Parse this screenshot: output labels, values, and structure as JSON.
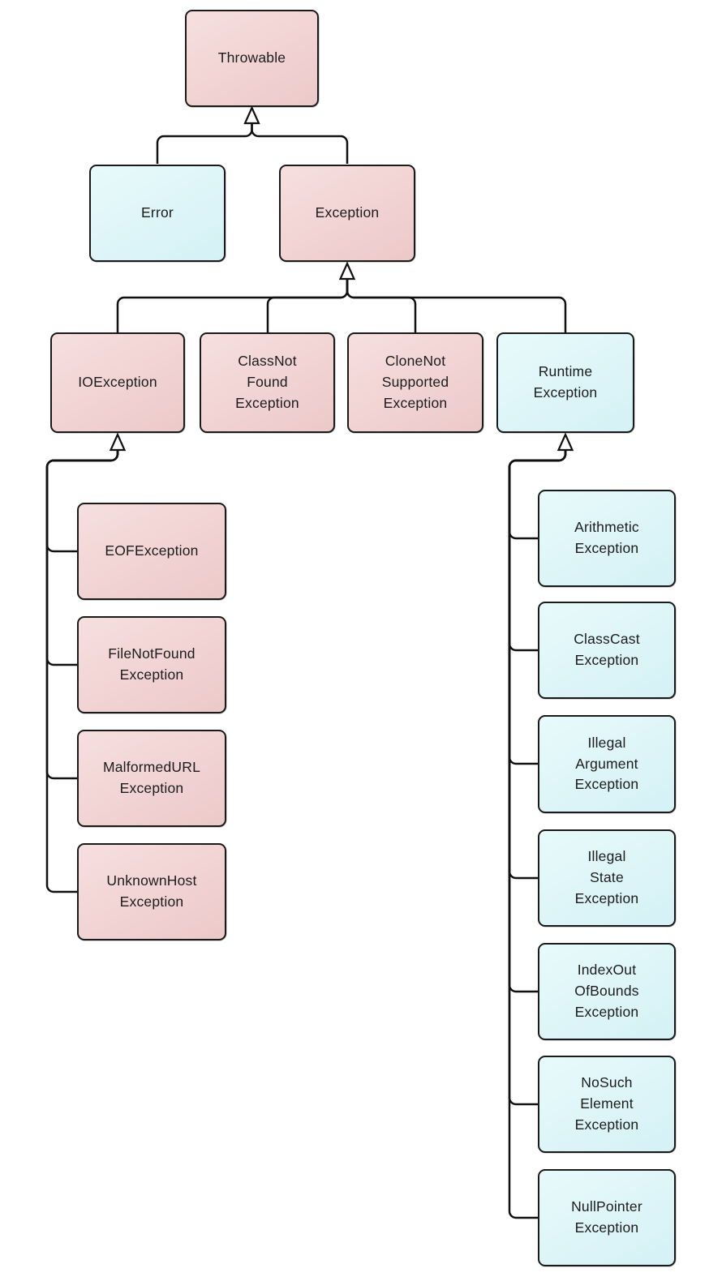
{
  "colors": {
    "node-pink-light": "#f7dfdf",
    "node-pink-dark": "#ecc9c9",
    "node-cyan-light": "#e8fafb",
    "node-cyan-dark": "#d4f1f5",
    "node-border": "#1a1a1a",
    "connector": "#111111",
    "text": "#1c1c1c",
    "background": "#ffffff"
  },
  "nodes": {
    "throwable": {
      "label": "Throwable",
      "color": "pink"
    },
    "error": {
      "label": "Error",
      "color": "cyan"
    },
    "exception": {
      "label": "Exception",
      "color": "pink"
    },
    "io_exception": {
      "label": "IOException",
      "color": "pink"
    },
    "class_not_found_exception": {
      "label": "ClassNot\nFound\nException",
      "color": "pink"
    },
    "clone_not_supported_exception": {
      "label": "CloneNot\nSupported\nException",
      "color": "pink"
    },
    "runtime_exception": {
      "label": "Runtime\nException",
      "color": "cyan"
    },
    "eof_exception": {
      "label": "EOFException",
      "color": "pink"
    },
    "file_not_found_exception": {
      "label": "FileNotFound\nException",
      "color": "pink"
    },
    "malformed_url_exception": {
      "label": "MalformedURL\nException",
      "color": "pink"
    },
    "unknown_host_exception": {
      "label": "UnknownHost\nException",
      "color": "pink"
    },
    "arithmetic_exception": {
      "label": "Arithmetic\nException",
      "color": "cyan"
    },
    "class_cast_exception": {
      "label": "ClassCast\nException",
      "color": "cyan"
    },
    "illegal_argument_exception": {
      "label": "Illegal\nArgument\nException",
      "color": "cyan"
    },
    "illegal_state_exception": {
      "label": "Illegal\nState\nException",
      "color": "cyan"
    },
    "index_out_of_bounds_exception": {
      "label": "IndexOut\nOfBounds\nException",
      "color": "cyan"
    },
    "no_such_element_exception": {
      "label": "NoSuch\nElement\nException",
      "color": "cyan"
    },
    "null_pointer_exception": {
      "label": "NullPointer\nException",
      "color": "cyan"
    }
  },
  "edges": [
    {
      "from": "throwable",
      "to": "error",
      "type": "inheritance"
    },
    {
      "from": "throwable",
      "to": "exception",
      "type": "inheritance"
    },
    {
      "from": "exception",
      "to": "io_exception",
      "type": "inheritance"
    },
    {
      "from": "exception",
      "to": "class_not_found_exception",
      "type": "inheritance"
    },
    {
      "from": "exception",
      "to": "clone_not_supported_exception",
      "type": "inheritance"
    },
    {
      "from": "exception",
      "to": "runtime_exception",
      "type": "inheritance"
    },
    {
      "from": "io_exception",
      "to": "eof_exception",
      "type": "inheritance"
    },
    {
      "from": "io_exception",
      "to": "file_not_found_exception",
      "type": "inheritance"
    },
    {
      "from": "io_exception",
      "to": "malformed_url_exception",
      "type": "inheritance"
    },
    {
      "from": "io_exception",
      "to": "unknown_host_exception",
      "type": "inheritance"
    },
    {
      "from": "runtime_exception",
      "to": "arithmetic_exception",
      "type": "inheritance"
    },
    {
      "from": "runtime_exception",
      "to": "class_cast_exception",
      "type": "inheritance"
    },
    {
      "from": "runtime_exception",
      "to": "illegal_argument_exception",
      "type": "inheritance"
    },
    {
      "from": "runtime_exception",
      "to": "illegal_state_exception",
      "type": "inheritance"
    },
    {
      "from": "runtime_exception",
      "to": "index_out_of_bounds_exception",
      "type": "inheritance"
    },
    {
      "from": "runtime_exception",
      "to": "no_such_element_exception",
      "type": "inheritance"
    },
    {
      "from": "runtime_exception",
      "to": "null_pointer_exception",
      "type": "inheritance"
    }
  ]
}
